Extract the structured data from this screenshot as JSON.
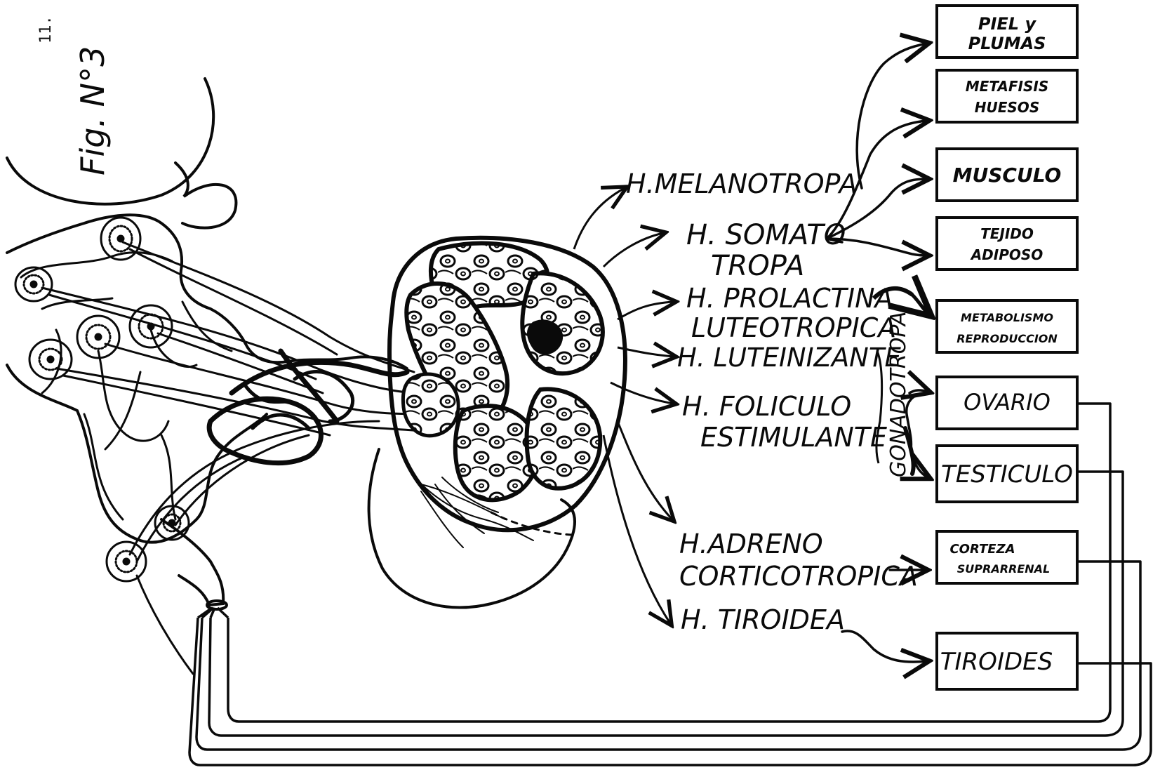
{
  "page_number": "11.",
  "figure_label": "Fig. N°3",
  "hormones": {
    "melanotropa": "H.MELANOTROPA",
    "somatotropa_1": "H. SOMATO",
    "somatotropa_2": "TROPA",
    "prolactina_1": "H. PROLACTINA",
    "prolactina_2": "LUTEOTROPICA",
    "luteinizante": "H. LUTEINIZANTE",
    "foliculo_1": "H. FOLICULO",
    "foliculo_2": "ESTIMULANTE",
    "adreno_1": "H.ADRENO",
    "adreno_2": "CORTICOTROPICA",
    "tiroidea": "H. TIROIDEA",
    "gonadotropa": "GONADOTROPA"
  },
  "targets": {
    "piel_1": "PIEL y",
    "piel_2": "PLUMAS",
    "metafisis_1": "METAFISIS",
    "metafisis_2": "HUESOS",
    "musculo": "MUSCULO",
    "tejido_1": "TEJIDO",
    "tejido_2": "ADIPOSO",
    "metabolismo_1": "METABOLISMO",
    "metabolismo_2": "REPRODUCCION",
    "ovario": "OVARIO",
    "testiculo": "TESTICULO",
    "corteza_1": "CORTEZA",
    "corteza_2": "SUPRARRENAL",
    "tiroides": "TIROIDES"
  },
  "colors": {
    "ink": "#0a0a0a",
    "paper": "#ffffff"
  }
}
